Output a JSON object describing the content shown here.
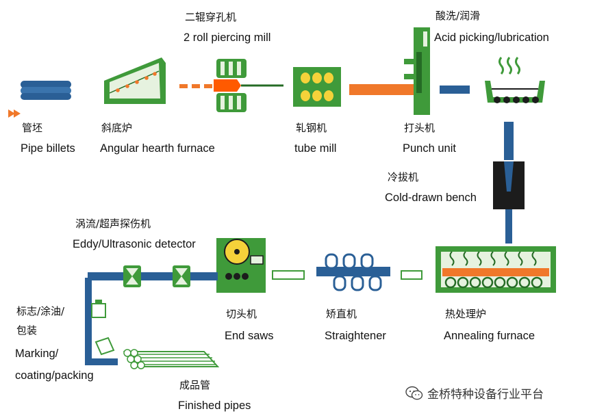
{
  "diagram": {
    "stations": [
      {
        "id": "pipe-billets",
        "zh": "管坯",
        "en": "Pipe billets"
      },
      {
        "id": "angular-hearth-furnace",
        "zh": "斜底炉",
        "en": "Angular hearth furnace"
      },
      {
        "id": "piercing-mill",
        "zh": "二辊穿孔机",
        "en": "2 roll piercing mill"
      },
      {
        "id": "tube-mill",
        "zh": "轧钢机",
        "en": "tube mill"
      },
      {
        "id": "punch-unit",
        "zh": "打头机",
        "en": "Punch unit"
      },
      {
        "id": "acid-picking",
        "zh": "酸洗/润滑",
        "en": "Acid picking/lubrication"
      },
      {
        "id": "cold-drawn-bench",
        "zh": "冷拔机",
        "en": "Cold-drawn bench"
      },
      {
        "id": "annealing-furnace",
        "zh": "热处理炉",
        "en": "Annealing furnace"
      },
      {
        "id": "straightener",
        "zh": "矫直机",
        "en": "Straightener"
      },
      {
        "id": "end-saws",
        "zh": "切头机",
        "en": "End saws"
      },
      {
        "id": "eddy-detector",
        "zh": "涡流/超声探伤机",
        "en": "Eddy/Ultrasonic detector"
      },
      {
        "id": "marking",
        "zh": "标志/涂油/",
        "zh2": "包装",
        "en": "Marking/",
        "en2": "coating/packing"
      },
      {
        "id": "finished-pipes",
        "zh": "成品管",
        "en": "Finished pipes"
      }
    ]
  },
  "watermark": {
    "text": "金桥特种设备行业平台",
    "icon": "wechat-icon"
  },
  "colors": {
    "green": "#3f9a3a",
    "dark_green": "#256b25",
    "blue": "#2a5f96",
    "orange": "#f0782a",
    "hot": "#ff5a00",
    "black": "#1c1c1c",
    "yellow": "#f5d23a"
  }
}
